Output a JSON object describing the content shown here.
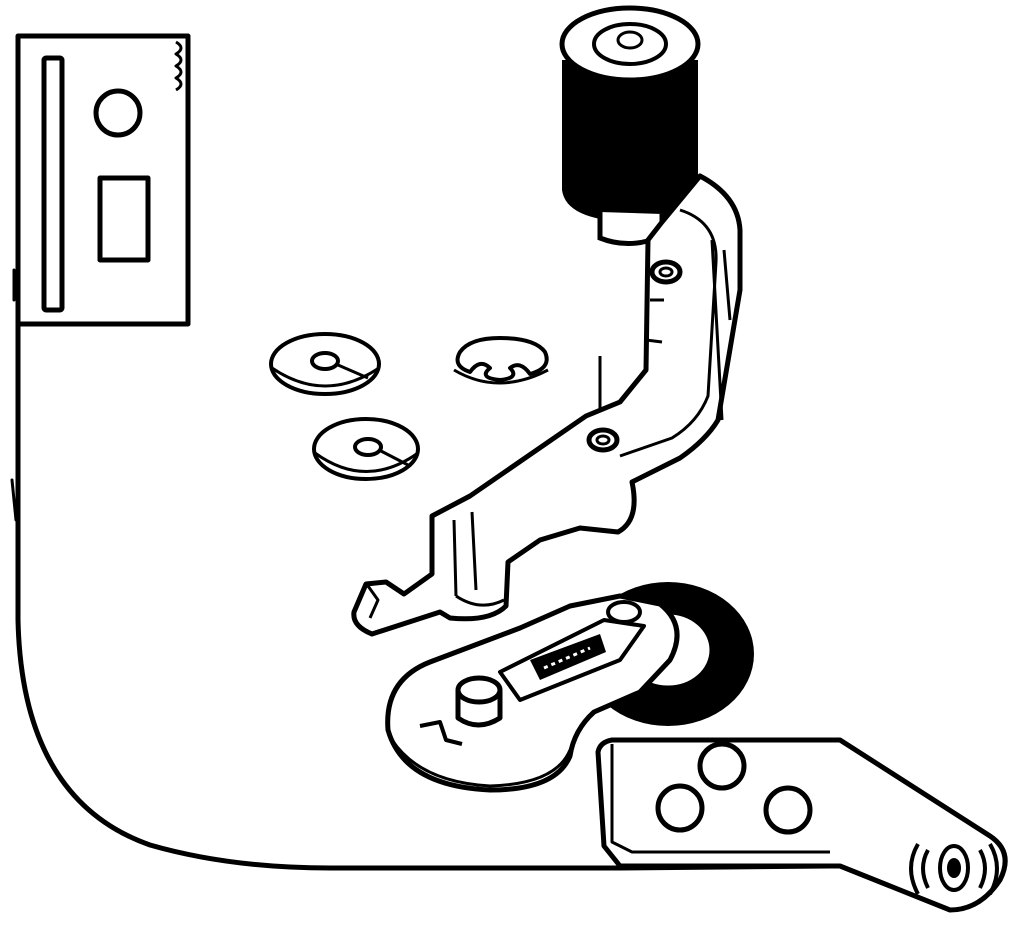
{
  "colors": {
    "ink": "#000000",
    "paper": "#ffffff"
  },
  "parts": {
    "chassis_plate": {
      "name": "chassis-plate"
    },
    "mounting_bracket": {
      "name": "mounting-bracket"
    },
    "pinch_roller": {
      "name": "pinch-roller"
    },
    "pinch_roller_arm": {
      "name": "pinch-roller-arm"
    },
    "idler_wheel_assembly": {
      "name": "idler-wheel-assembly"
    },
    "bottom_right_plate": {
      "name": "bottom-right-plate"
    },
    "flat_washers": {
      "count": 2
    },
    "e_clip": {
      "count": 1
    }
  }
}
